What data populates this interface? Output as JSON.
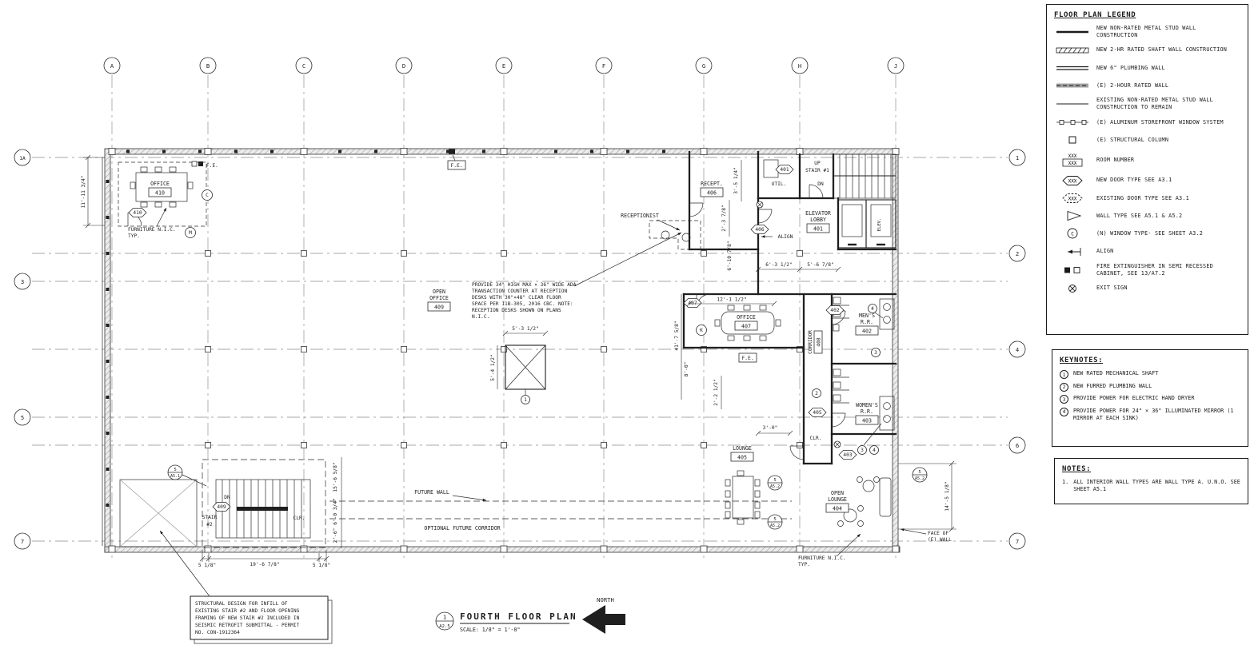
{
  "legend": {
    "title": "FLOOR PLAN LEGEND",
    "placeholder": "XXX",
    "window_letter": "C",
    "items": [
      {
        "label": "NEW NON-RATED METAL STUD WALL CONSTRUCTION"
      },
      {
        "label": "NEW 2-HR RATED SHAFT WALL CONSTRUCTION"
      },
      {
        "label": "NEW 6\" PLUMBING WALL"
      },
      {
        "label": "(E) 2-HOUR RATED WALL"
      },
      {
        "label": "EXISTING NON-RATED METAL STUD WALL CONSTRUCTION TO REMAIN"
      },
      {
        "label": "(E) ALUMINUM STOREFRONT WINDOW SYSTEM"
      },
      {
        "label": "(E) STRUCTURAL COLUMN"
      },
      {
        "label": "ROOM NUMBER"
      },
      {
        "label": "NEW DOOR TYPE SEE A3.1"
      },
      {
        "label": "EXISTING DOOR TYPE SEE A3.1"
      },
      {
        "label": "WALL TYPE SEE A5.1 & A5.2"
      },
      {
        "label": "(N) WINDOW TYPE- SEE SHEET A3.2"
      },
      {
        "label": "ALIGN"
      },
      {
        "label": "FIRE EXTINGUISHER IN SEMI RECESSED CABINET, SEE 13/A7.2"
      },
      {
        "label": "EXIT SIGN"
      }
    ]
  },
  "keynotes": {
    "title": "KEYNOTES:",
    "items": [
      {
        "num": "1",
        "text": "NEW RATED MECHANICAL SHAFT"
      },
      {
        "num": "2",
        "text": "NEW FURRED PLUMBING WALL"
      },
      {
        "num": "3",
        "text": "PROVIDE POWER FOR ELECTRIC HAND DRYER"
      },
      {
        "num": "4",
        "text": "PROVIDE POWER FOR 24\" × 36\" ILLUMINATED MIRROR (1 MIRROR AT EACH SINK)"
      }
    ]
  },
  "notes": {
    "title": "NOTES:",
    "items": [
      {
        "num": "1.",
        "text": "ALL INTERIOR WALL TYPES ARE WALL TYPE A. U.N.O. SEE SHEET A5.1"
      }
    ]
  },
  "titleblock": {
    "detail_num": "1",
    "sheet": "A2.5",
    "title": "FOURTH FLOOR PLAN",
    "scale": "SCALE: 1/8\" = 1'-0\"",
    "north": "NORTH"
  },
  "grid": {
    "cols": [
      "A",
      "B",
      "C",
      "D",
      "E",
      "F",
      "G",
      "H",
      "J"
    ],
    "left": [
      "1A",
      "3",
      "5",
      "7"
    ],
    "right": [
      "1",
      "2",
      "4",
      "6",
      "7"
    ]
  },
  "rooms": {
    "office410": {
      "name": "OFFICE",
      "num": "410"
    },
    "open_office": {
      "l1": "OPEN",
      "l2": "OFFICE",
      "num": "409"
    },
    "recept": {
      "name": "RECEPT.",
      "num": "406"
    },
    "util": {
      "name": "UTIL."
    },
    "stair1": {
      "l1": "UP",
      "l2": "STAIR #1",
      "l3": "DN"
    },
    "elev": {
      "name": "ELEV."
    },
    "lobby": {
      "l1": "ELEVATOR",
      "l2": "LOBBY",
      "num": "401"
    },
    "office407": {
      "name": "OFFICE",
      "num": "407"
    },
    "corridor": {
      "name": "CORRIDOR",
      "num": "408"
    },
    "mens": {
      "l1": "MEN'S",
      "l2": "R.R.",
      "num": "402"
    },
    "womens": {
      "l1": "WOMEN'S",
      "l2": "R.R.",
      "num": "403"
    },
    "lounge": {
      "name": "LOUNGE",
      "num": "405"
    },
    "open_lounge": {
      "l1": "OPEN",
      "l2": "LOUNGE",
      "num": "404"
    },
    "stair2": {
      "l1": "STAIR",
      "l2": "#2",
      "l3": "DN"
    }
  },
  "ann": {
    "fe": "F.E.",
    "clr": "CLR.",
    "align": "ALIGN",
    "receptionist": "RECEPTIONIST",
    "furniture_l1": "FURNITURE N.I.C.",
    "furniture_l2": "TYP.",
    "future_wall": "FUTURE WALL",
    "future_corridor": "OPTIONAL FUTURE CORRIDOR",
    "face_l1": "FACE OF",
    "face_l2": "(E) WALL",
    "ada": [
      "PROVIDE 34\" HIGH MAX × 36\" WIDE ADA",
      "TRANSACTION COUNTER AT RECEPTION",
      "DESKS WITH 30\"×48\" CLEAR FLOOR",
      "SPACE PER 11B-305, 2016 CBC. NOTE:",
      "RECEPTION DESKS SHOWN ON PLANS",
      "N.I.C."
    ],
    "structural": [
      "STRUCTURAL DESIGN FOR INFILL OF",
      "EXISTING STAIR #2 AND FLOOR OPENING",
      "FRAMING OF NEW STAIR #2 INCLUDED IN",
      "SEISMIC RETROFIT SUBMITTAL - PERMIT",
      "NO. CON-1912364"
    ]
  },
  "tags": {
    "d410": "410",
    "d401": "401",
    "d406": "406",
    "d407": "407",
    "d402": "402",
    "d405": "405",
    "d403": "403",
    "d409": "409",
    "wC": "C",
    "wM": "M",
    "wK": "K",
    "k1": "1",
    "k2": "2",
    "k3": "3",
    "k4": "4",
    "co_top": "5",
    "co_a51": "A5.1",
    "co_a52": "A5.2"
  },
  "dims": {
    "office_h": "11'-11 3/4\"",
    "shaft_w": "5'-3 1/2\"",
    "shaft_h": "5'-4 1/2\"",
    "recept_a": "3'-5 1/4\"",
    "recept_b": "2'-3 7/8\"",
    "lobby_a": "6'-10 7/8\"",
    "lobby_b": "6'-3 1/2\"",
    "lobby_c": "5'-6 7/8\"",
    "office407_w": "12'-1 1/2\"",
    "open_h": "41'-7 5/8\"",
    "d80": "8'-0\"",
    "d22": "2'-2 1/2\"",
    "d30": "3'-0\"",
    "stair_h": "15'-6 5/8\"",
    "stair_b": "6'-0 3/4\"",
    "stair_c": "2'-6\"",
    "bot_a": "5 1/8\"",
    "bot_b": "19'-6 7/8\"",
    "bot_c": "5 1/8\"",
    "right_h": "14'-5 1/8\""
  }
}
